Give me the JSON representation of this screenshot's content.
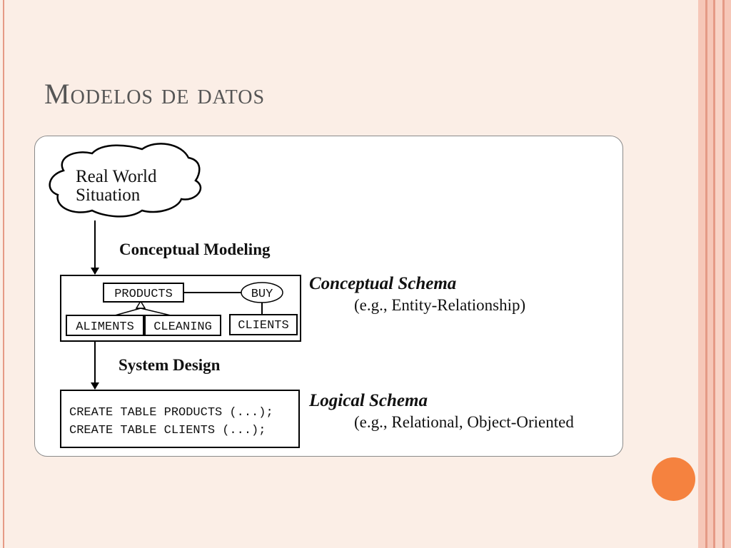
{
  "slide": {
    "title": "Modelos de datos"
  },
  "diagram": {
    "real_world": {
      "line1": "Real World",
      "line2": "Situation"
    },
    "conceptual_modeling_label": "Conceptual Modeling",
    "conceptual_schema": {
      "title": "Conceptual Schema",
      "example": "(e.g., Entity-Relationship)",
      "entities": {
        "products": "PRODUCTS",
        "aliments": "ALIMENTS",
        "cleaning": "CLEANING",
        "clients": "CLIENTS"
      },
      "relationship": "BUY"
    },
    "system_design_label": "System Design",
    "logical_schema": {
      "title": "Logical Schema",
      "example": "(e.g., Relational, Object-Oriented",
      "code_lines": [
        "CREATE TABLE PRODUCTS (...);",
        "CREATE TABLE CLIENTS (...);"
      ]
    }
  },
  "colors": {
    "background": "#fbeee6",
    "accent_dot": "#f5823f",
    "title_text": "#555555",
    "stripe_light": "#f6c7b8",
    "stripe_dark": "#e59a86"
  }
}
